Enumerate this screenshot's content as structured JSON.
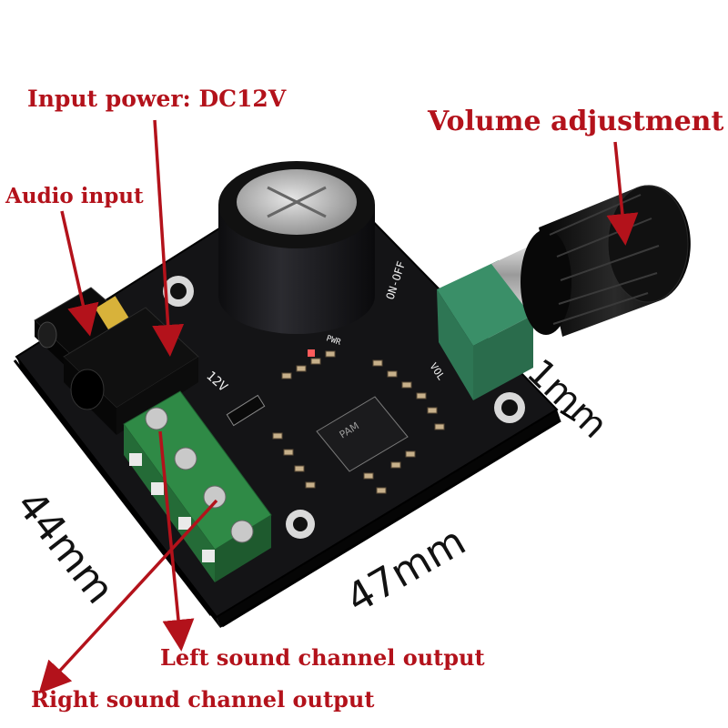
{
  "labels": {
    "input_power": "Input power: DC12V",
    "audio_input": "Audio input",
    "volume_adjustment": "Volume adjustment",
    "left_output": "Left sound channel output",
    "right_output": "Right sound channel output"
  },
  "dimensions": {
    "width": "47mm",
    "height": "44mm",
    "thickness": "1mm"
  },
  "board_markings": {
    "power_silk": "12V",
    "switch_silk": "ON-OFF",
    "vol_silk": "VOL",
    "pwr_silk": "PWR",
    "chip": "PAM"
  },
  "colors": {
    "callout": "#b3121b",
    "pcb": "#141416",
    "terminal": "#2f8a46",
    "pot": "#3a8f68"
  }
}
